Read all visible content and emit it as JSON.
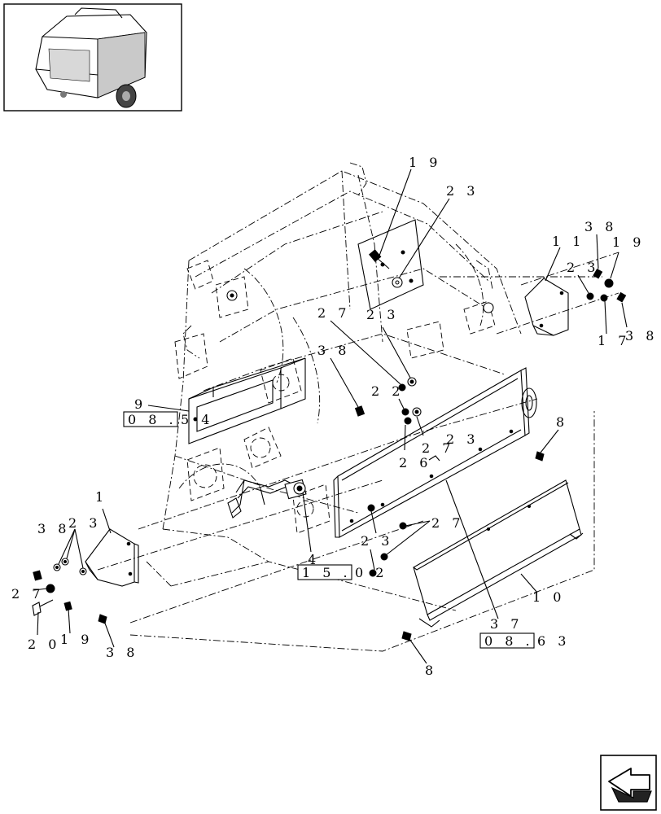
{
  "callouts": [
    {
      "id": "c19a",
      "text": "1 9"
    },
    {
      "id": "c23a",
      "text": "2 3"
    },
    {
      "id": "c38a",
      "text": "3 8"
    },
    {
      "id": "c11",
      "text": "1 1"
    },
    {
      "id": "c19b",
      "text": "1 9"
    },
    {
      "id": "c23b",
      "text": "2 3"
    },
    {
      "id": "c17",
      "text": "1 7"
    },
    {
      "id": "c38b",
      "text": "3 8"
    },
    {
      "id": "c27a",
      "text": "2 7"
    },
    {
      "id": "c23c",
      "text": "2 3"
    },
    {
      "id": "c38c",
      "text": "3 8"
    },
    {
      "id": "c22",
      "text": "2 2"
    },
    {
      "id": "c23d",
      "text": "2 3"
    },
    {
      "id": "c27b",
      "text": "2 7"
    },
    {
      "id": "c26",
      "text": "2 6"
    },
    {
      "id": "c9",
      "text": "9"
    },
    {
      "id": "c8a",
      "text": "8"
    },
    {
      "id": "c1",
      "text": "1"
    },
    {
      "id": "c4",
      "text": "4"
    },
    {
      "id": "c27c",
      "text": "2 7"
    },
    {
      "id": "c23e",
      "text": "2 3"
    },
    {
      "id": "c10",
      "text": "1 0"
    },
    {
      "id": "c37",
      "text": "3 7"
    },
    {
      "id": "c8b",
      "text": "8"
    },
    {
      "id": "c38d",
      "text": "3 8"
    },
    {
      "id": "c23f",
      "text": "2 3"
    },
    {
      "id": "c27d",
      "text": "2 7"
    },
    {
      "id": "c20",
      "text": "2 0"
    },
    {
      "id": "c19c",
      "text": "1 9"
    },
    {
      "id": "c38e",
      "text": "3 8"
    }
  ],
  "section_refs": [
    {
      "id": "r1",
      "boxed": "0 8 .",
      "suffix": "5 4"
    },
    {
      "id": "r2",
      "boxed": "1 5 .",
      "suffix": "0 2"
    },
    {
      "id": "r3",
      "boxed": "0 8 .",
      "suffix": "6 3"
    }
  ],
  "icons": {
    "thumbnail": "baler-thumbnail-icon",
    "nav": "navigation-arrow-icon"
  }
}
